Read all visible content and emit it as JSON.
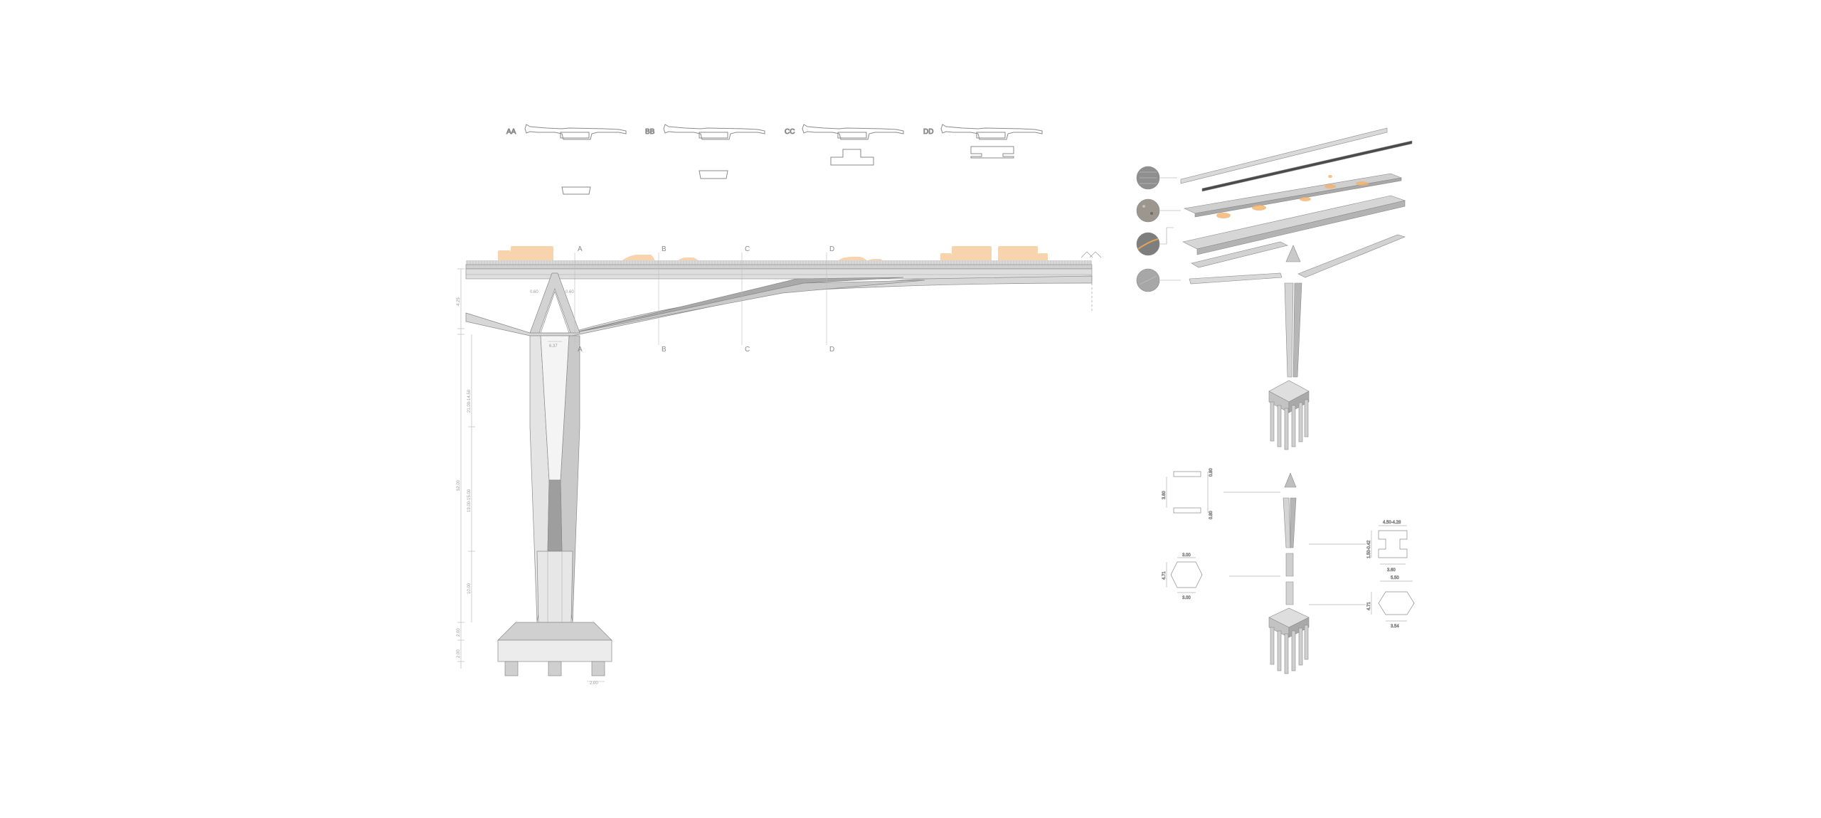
{
  "sections": {
    "titles": [
      "AA",
      "BB",
      "CC",
      "DD"
    ]
  },
  "elevation": {
    "cut_letters": [
      "A",
      "B",
      "C",
      "D"
    ],
    "dims": {
      "strut_left": "0.60",
      "strut_right": "0.60",
      "node_width": "6.37",
      "deck_depth": "4.25",
      "pier_upper": "21.00-14.50",
      "pier_mid": "19.00-15.00",
      "pier_total": "52.00",
      "pier_lower": "10.00",
      "footing_a": "2.00",
      "footing_b": "2.00",
      "pile": "2.00"
    }
  },
  "details": {
    "top_left": {
      "top": "0.80",
      "gap": "3.60",
      "bottom": "0.80"
    },
    "hex_left": {
      "top": "3.00",
      "height": "4.71",
      "bottom": "3.00"
    },
    "i_section": {
      "top": "4.50-4.28",
      "height": "1.50-0.42",
      "bottom": "3.60"
    },
    "hex_right": {
      "top": "5.50",
      "height": "4.71",
      "bottom": "3.54"
    }
  },
  "colors": {
    "line": "#8c8c8c",
    "fill_light": "#e6e6e6",
    "fill_mid": "#cfcfcf",
    "fill_dark": "#a9a9a9",
    "accent_orange": "#f2b26b"
  },
  "icons": [
    "railing-swatch",
    "asphalt-swatch",
    "steel-swatch",
    "concrete-swatch"
  ]
}
